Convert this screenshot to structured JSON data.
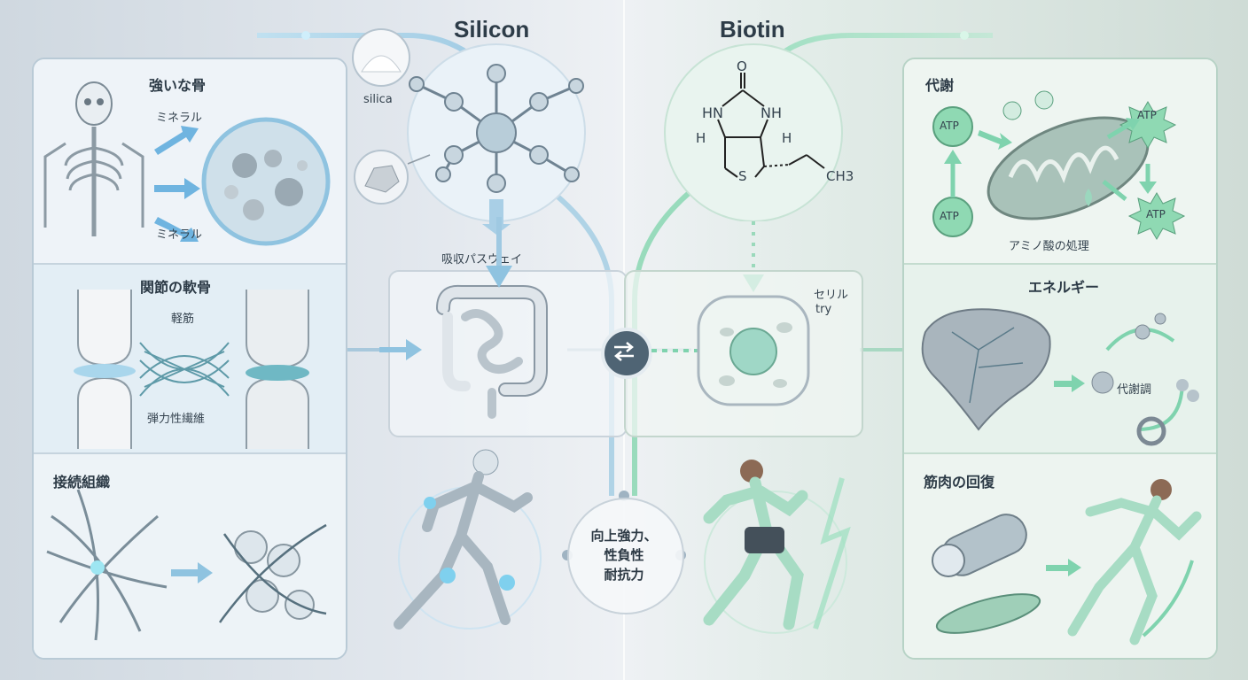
{
  "titles": {
    "silicon": "Silicon",
    "biotin": "Biotin"
  },
  "silicon": {
    "source_label": "silica",
    "absorption_label": "吸収パスウェイ"
  },
  "biotin": {
    "formula": {
      "nh_left": "HN",
      "nh_right": "NH",
      "o": "O",
      "h_left": "H",
      "h_right": "H",
      "s": "S",
      "ch3": "CH3"
    },
    "cell_label_1": "セリル",
    "cell_label_2": "try"
  },
  "center": {
    "line1": "向上強力、",
    "line2": "性負性",
    "line3": "耐抗力"
  },
  "left_panel": {
    "bone": {
      "title": "強いな骨",
      "mineral_1": "ミネラル",
      "mineral_2": "ミネラル"
    },
    "cartilage": {
      "title": "関節の軟骨",
      "ligament": "軽筋",
      "fiber": "弾力性繊維"
    },
    "connective": {
      "title": "接続組織"
    }
  },
  "right_panel": {
    "metabolism": {
      "title": "代謝",
      "atp": "ATP",
      "amino": "アミノ酸の処理"
    },
    "energy": {
      "title": "エネルギー",
      "regulation": "代謝調"
    },
    "muscle": {
      "title": "筋肉の回復"
    }
  },
  "colors": {
    "silicon_accent": "#8fc3e0",
    "biotin_accent": "#7fd3ae",
    "atp_fill": "#8fd9b3"
  }
}
